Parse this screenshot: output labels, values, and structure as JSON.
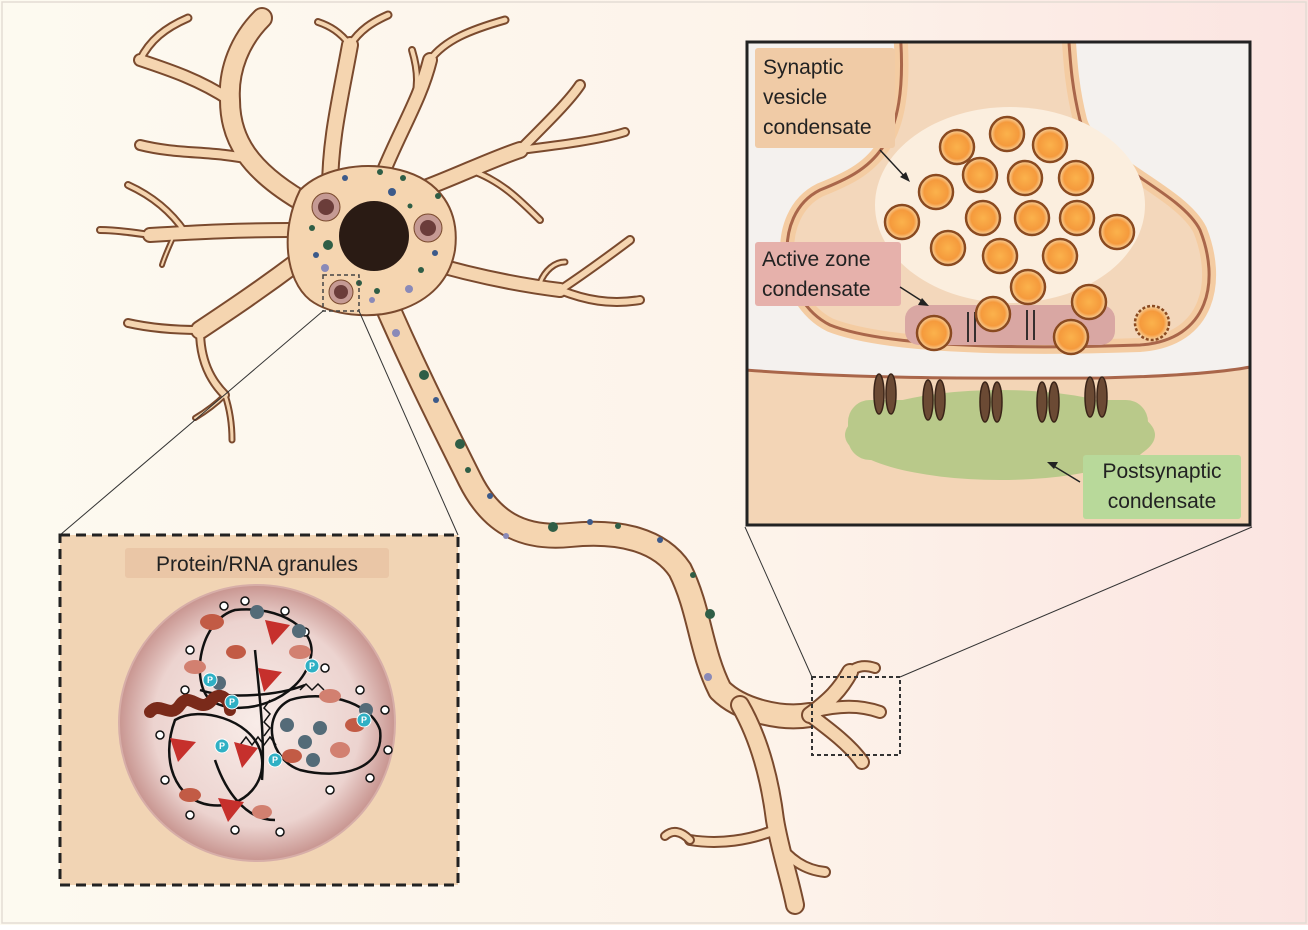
{
  "labels": {
    "granules": "Protein/RNA granules",
    "synaptic_vesicle": [
      "Synaptic",
      "vesicle",
      "condensate"
    ],
    "active_zone": [
      "Active zone",
      "condensate"
    ],
    "postsynaptic": [
      "Postsynaptic",
      "condensate"
    ],
    "phospho": "P"
  },
  "colors": {
    "background_left": "#fdf9ef",
    "background_right": "#fbe6e3",
    "neuron_fill": "#f5d5b0",
    "neuron_stroke": "#7a4a2e",
    "nucleus": "#2a1b14",
    "vesicle_fill": "#f5a04a",
    "vesicle_ring": "#8a4a20",
    "active_zone": "#d9a7a3",
    "postsynaptic": "#b9c98a",
    "receptor": "#6b4a34",
    "granule_label_bg": "#f1d4b4",
    "active_label_bg": "#e6b1ab",
    "post_label_bg": "#b8d99a",
    "granule_red": "#c6302c",
    "granule_teal": "#2fb0c4"
  }
}
